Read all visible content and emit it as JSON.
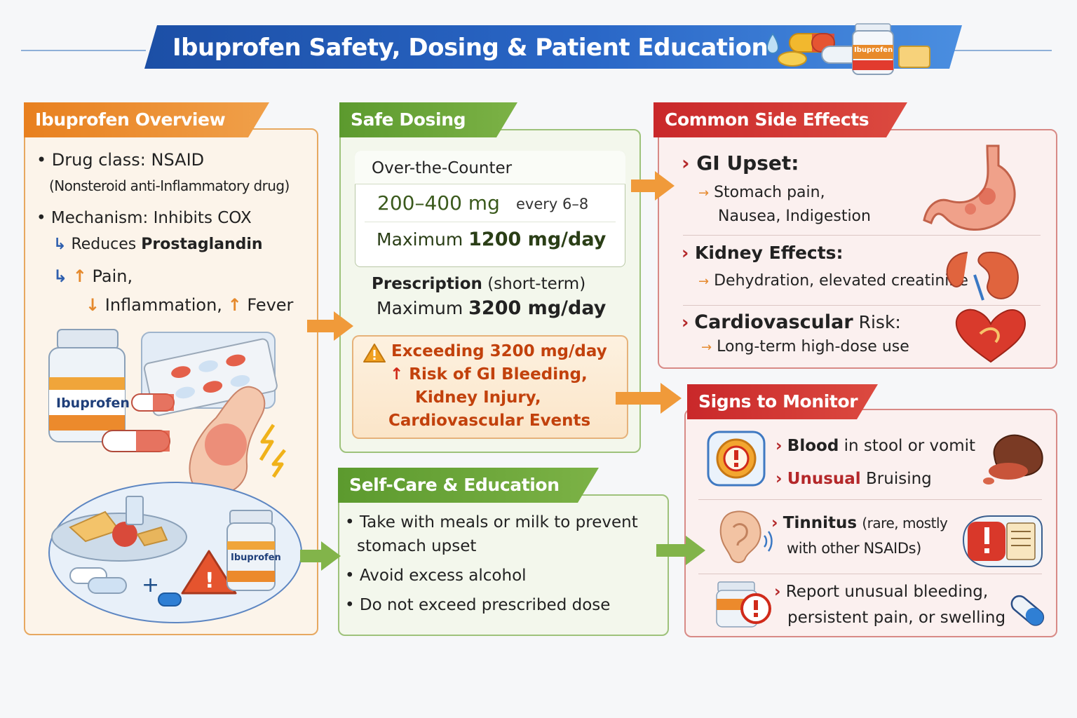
{
  "title": "Ibuprofen Safety, Dosing & Patient Education",
  "colors": {
    "title_blue": "#1c4fa6",
    "orange": "#e8801f",
    "green": "#5c9a2e",
    "red": "#c9282a",
    "warning_text": "#c2410c"
  },
  "overview": {
    "title": "Ibuprofen Overview",
    "drug_class": "Drug class: NSAID",
    "drug_class_note": "(Nonsteroid anti-Inflammatory drug)",
    "mechanism": "Mechanism: Inhibits COX",
    "reduces_prefix": "Reduces",
    "reduces_bold": "Prostaglandin",
    "pain": "Pain,",
    "inflammation": "Inflammation,",
    "fever": "Fever",
    "bottle_label": "Ibuprofen",
    "small_bottle_label": "Ibuprofen",
    "plus": "+"
  },
  "dosing": {
    "title": "Safe Dosing",
    "otc_label": "Over-the-Counter",
    "otc_dose": "200–400 mg",
    "otc_freq": "every 6–8",
    "otc_max_prefix": "Maximum",
    "otc_max_value": "1200 mg/day",
    "rx_label": "Prescription",
    "rx_note": "(short-term)",
    "rx_max_prefix": "Maximum",
    "rx_max_value": "3200 mg/day",
    "warning_line1": "Exceeding 3200 mg/day",
    "warning_line2": "Risk of GI Bleeding,",
    "warning_line3": "Kidney Injury,",
    "warning_line4": "Cardiovascular Events"
  },
  "side_effects": {
    "title": "Common Side Effects",
    "gi_title": "GI Upset:",
    "gi_line1": "Stomach pain,",
    "gi_line2": "Nausea, Indigestion",
    "kidney_title": "Kidney Effects:",
    "kidney_line": "Dehydration, elevated creatinine",
    "cardio_title_bold": "Cardiovascular",
    "cardio_title_rest": "Risk:",
    "cardio_line": "Long-term high-dose use"
  },
  "self_care": {
    "title": "Self-Care & Education",
    "item1_line1": "Take with meals or milk to prevent",
    "item1_line2": "stomach upset",
    "item2": "Avoid excess alcohol",
    "item3": "Do not exceed prescribed dose"
  },
  "monitor": {
    "title": "Signs to Monitor",
    "blood_bold": "Blood",
    "blood_rest": "in stool or vomit",
    "bruise_bold": "Unusual",
    "bruise_rest": "Bruising",
    "tinnitus_bold": "Tinnitus",
    "tinnitus_rest": "(rare, mostly",
    "tinnitus_line2": "with other NSAIDs)",
    "report_line1": "Report unusual bleeding,",
    "report_line2": "persistent pain, or swelling"
  },
  "header_bottle_label": "Ibuprofen"
}
